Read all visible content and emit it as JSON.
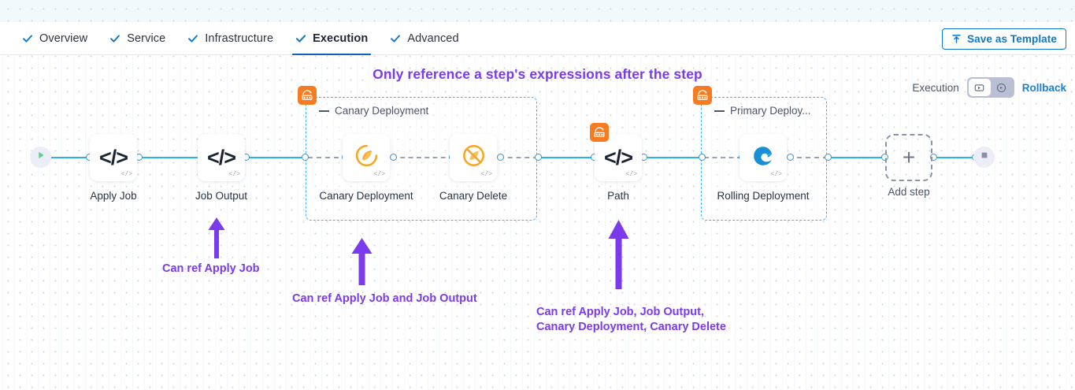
{
  "tabs": [
    {
      "label": "Overview",
      "active": false,
      "icon": "check-icon"
    },
    {
      "label": "Service",
      "active": false,
      "icon": "check-icon"
    },
    {
      "label": "Infrastructure",
      "active": false,
      "icon": "check-icon"
    },
    {
      "label": "Execution",
      "active": true,
      "icon": "check-icon"
    },
    {
      "label": "Advanced",
      "active": false,
      "icon": "check-icon"
    }
  ],
  "toolbar": {
    "save_template_label": "Save as Template",
    "save_template_icon": "upload-template-icon"
  },
  "headline": "Only reference a step's expressions after the step",
  "execution_control": {
    "label": "Execution",
    "rollback_label": "Rollback",
    "toggle_options": [
      {
        "icon": "execution-flow-icon",
        "selected": true
      },
      {
        "icon": "rollback-flow-icon",
        "selected": false
      }
    ]
  },
  "pipeline": {
    "start_node": {
      "name": "start-node",
      "icon": "play-icon"
    },
    "end_node": {
      "name": "end-node",
      "icon": "stop-icon"
    },
    "steps": [
      {
        "title": "Apply Job",
        "icon": "code-icon",
        "corner_icon": "code-small-icon"
      },
      {
        "title": "Job Output",
        "icon": "code-icon",
        "corner_icon": "code-small-icon"
      },
      {
        "title": "Canary Deployment",
        "icon": "canary-deploy-icon",
        "corner_icon": "code-small-icon"
      },
      {
        "title": "Canary Delete",
        "icon": "canary-delete-icon",
        "corner_icon": "code-small-icon"
      },
      {
        "title": "Path",
        "icon": "code-icon",
        "corner_icon": "code-small-icon",
        "badge_icon": "step-group-icon"
      },
      {
        "title": "Rolling Deployment",
        "icon": "rolling-deploy-icon",
        "corner_icon": "code-small-icon"
      }
    ],
    "groups": [
      {
        "title": "Canary Deployment",
        "badge_icon": "step-group-icon"
      },
      {
        "title": "Primary Deploy...",
        "badge_icon": "step-group-icon"
      }
    ],
    "add_step": {
      "label": "Add step",
      "icon": "plus-icon"
    }
  },
  "annotations": [
    {
      "text": "Can ref Apply Job",
      "arrow": "up-arrow-icon"
    },
    {
      "text": "Can ref Apply Job and Job Output",
      "arrow": "up-arrow-icon"
    },
    {
      "text": "Can ref Apply Job, Job Output,\nCanary Deployment, Canary Delete",
      "arrow": "up-arrow-icon"
    }
  ],
  "colors": {
    "accent_blue": "#0b78d0",
    "connector_blue": "#2cb3ee",
    "annotation_purple": "#7c3aed",
    "group_orange": "#f77c21",
    "group_border": "#3fb6ef"
  }
}
